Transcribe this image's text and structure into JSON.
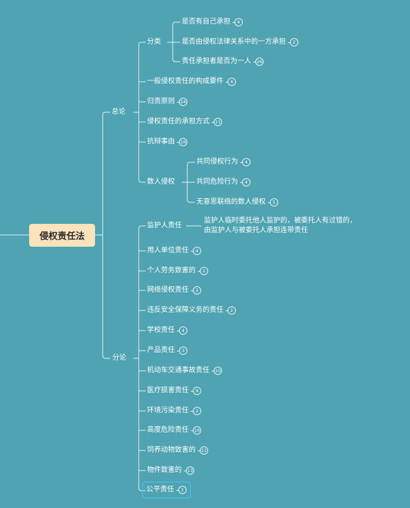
{
  "root": "侵权责任法",
  "general": {
    "label": "总论",
    "classification": {
      "label": "分类",
      "items": [
        {
          "label": "是否有自己承担",
          "count": "4"
        },
        {
          "label": "是否由侵权法律关系中的一方承担",
          "count": "2"
        },
        {
          "label": "责任承担者是否为一人",
          "count": "26"
        }
      ]
    },
    "elements": {
      "label": "一般侵权责任的构成要件",
      "count": "4"
    },
    "attribution": {
      "label": "归责原则",
      "count": "24"
    },
    "liability_forms": {
      "label": "侵权责任的承担方式",
      "count": "11"
    },
    "defenses": {
      "label": "抗辩事由",
      "count": "16"
    },
    "multiple": {
      "label": "数人侵权",
      "items": [
        {
          "label": "共同侵权行为",
          "count": "4"
        },
        {
          "label": "共同危险行为",
          "count": "4"
        },
        {
          "label": "无意思联络的数人侵权",
          "count": "5"
        }
      ]
    }
  },
  "specific": {
    "label": "分论",
    "guardian": {
      "label": "监护人责任",
      "note": "监护人临时委托他人监护的，被委托人有过错的，由监护人与被委托人承担连带责任"
    },
    "items": [
      {
        "label": "用人单位责任",
        "count": "4"
      },
      {
        "label": "个人劳务致害的",
        "count": "2"
      },
      {
        "label": "网络侵权责任",
        "count": "2"
      },
      {
        "label": "违反安全保障义务的责任",
        "count": "2"
      },
      {
        "label": "学校责任",
        "count": "4"
      },
      {
        "label": "产品责任",
        "count": "3"
      },
      {
        "label": "机动车交通事故责任",
        "count": "10"
      },
      {
        "label": "医疗损害责任",
        "count": "9"
      },
      {
        "label": "环境污染责任",
        "count": "2"
      },
      {
        "label": "高度危险责任",
        "count": "16"
      },
      {
        "label": "饲养动物致害的",
        "count": "11"
      },
      {
        "label": "物件致害的",
        "count": "13"
      },
      {
        "label": "公平责任",
        "count": "1"
      }
    ]
  },
  "colors": {
    "background": "#4fa3b2",
    "root_fill": "#fbe3bb",
    "line": "#ffffff",
    "selection": "#4dc8f0"
  }
}
